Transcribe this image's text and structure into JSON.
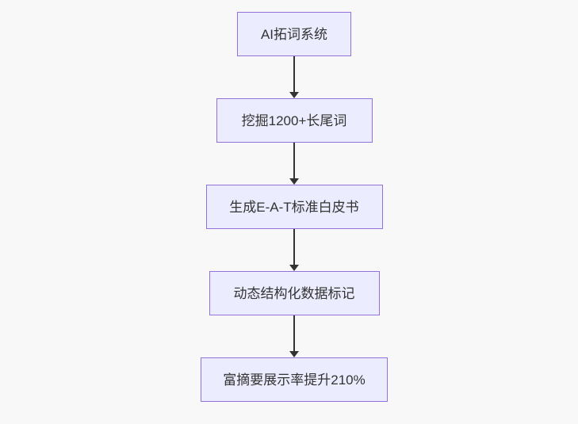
{
  "diagram": {
    "type": "flowchart",
    "direction": "top-down",
    "nodes": [
      {
        "label": "AI拓词系统"
      },
      {
        "label": "挖掘1200+长尾词"
      },
      {
        "label": "生成E-A-T标准白皮书"
      },
      {
        "label": "动态结构化数据标记"
      },
      {
        "label": "富摘要展示率提升210%"
      }
    ],
    "edges": [
      {
        "from": "AI拓词系统",
        "to": "挖掘1200+长尾词"
      },
      {
        "from": "挖掘1200+长尾词",
        "to": "生成E-A-T标准白皮书"
      },
      {
        "from": "生成E-A-T标准白皮书",
        "to": "动态结构化数据标记"
      },
      {
        "from": "动态结构化数据标记",
        "to": "富摘要展示率提升210%"
      }
    ],
    "colors": {
      "background": "#F8F8F8",
      "node_fill": "#ECECFF",
      "node_border": "#9370DB",
      "text": "#333333",
      "arrow": "#333333"
    }
  }
}
